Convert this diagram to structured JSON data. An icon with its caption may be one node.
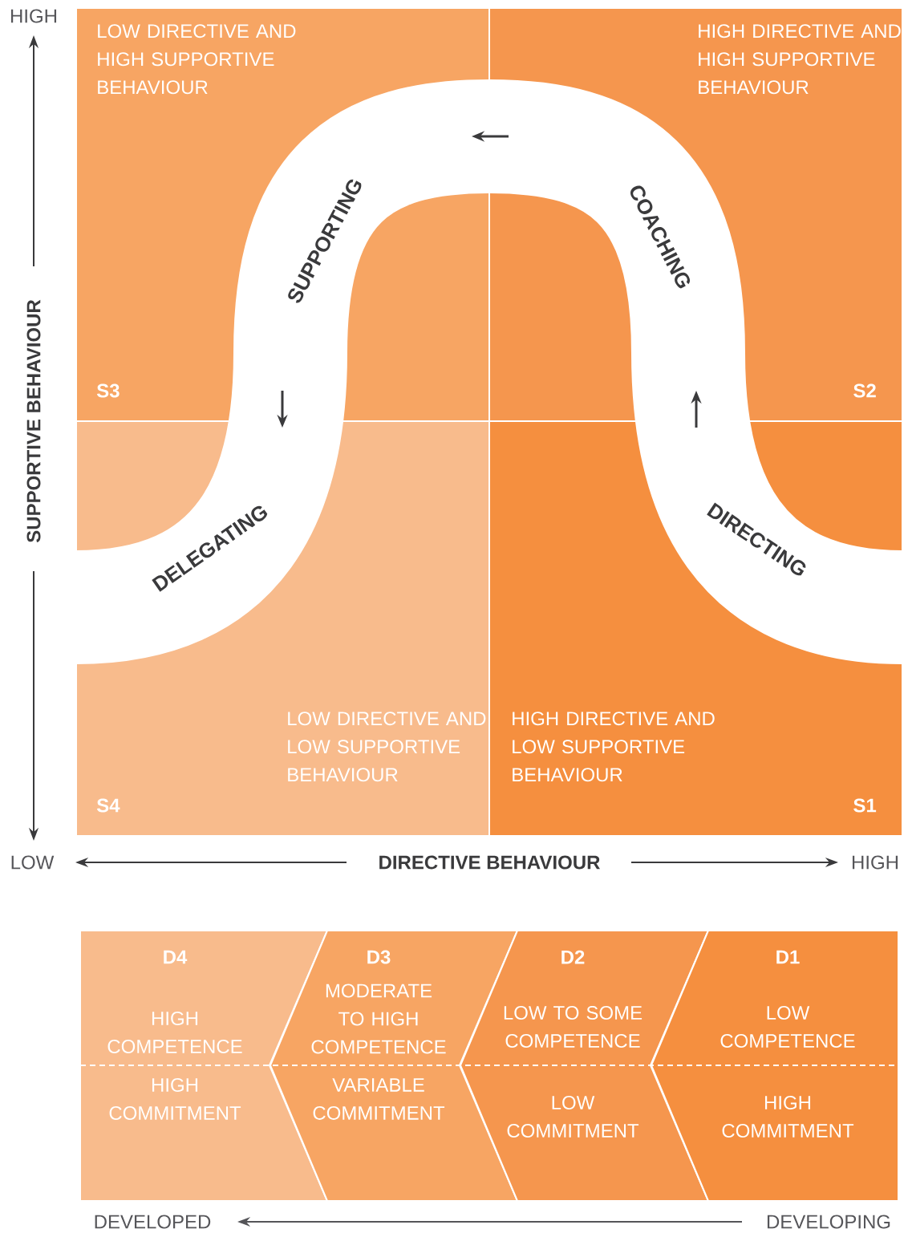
{
  "diagram": {
    "nodes": [
      {
        "text": [
          "LOW DIRECTIVE AND HIGH SUPPORTIVE BEHAVIOUR",
          "S3"
        ]
      },
      {
        "text": [
          "HIGH DIRECTIVE AND HIGH SUPPORTIVE BEHAVIOUR",
          "S2"
        ]
      },
      {
        "text": [
          "LOW DIRECTIVE AND LOW SUPPORTIVE BEHAVIOUR",
          "S4"
        ]
      },
      {
        "text": [
          "HIGH DIRECTIVE AND LOW SUPPORTIVE BEHAVIOUR",
          "S1"
        ]
      },
      {
        "text": [
          "D4",
          "HIGH COMPETENCE",
          "HIGH COMMITMENT"
        ]
      },
      {
        "text": [
          "D3",
          "MODERATE TO HIGH COMPETENCE",
          "VARIABLE COMMITMENT"
        ]
      },
      {
        "text": [
          "D2",
          "LOW TO SOME COMPETENCE",
          "LOW COMMITMENT"
        ]
      },
      {
        "text": [
          "D1",
          "LOW COMPETENCE",
          "HIGH COMMITMENT"
        ]
      }
    ],
    "edges": [
      {
        "from": 3,
        "to": 1,
        "arrow": "to"
      },
      {
        "from": 1,
        "to": 0,
        "arrow": "to"
      },
      {
        "from": 0,
        "to": 2,
        "arrow": "to"
      }
    ],
    "labels": [
      "HIGH",
      "SUPPORTING",
      "COACHING",
      "DELEGATING",
      "DIRECTING",
      "SUPPORTIVE BEHAVIOUR",
      "LOW",
      "DIRECTIVE BEHAVIOUR",
      "HIGH",
      "DEVELOPED",
      "DEVELOPING"
    ]
  }
}
